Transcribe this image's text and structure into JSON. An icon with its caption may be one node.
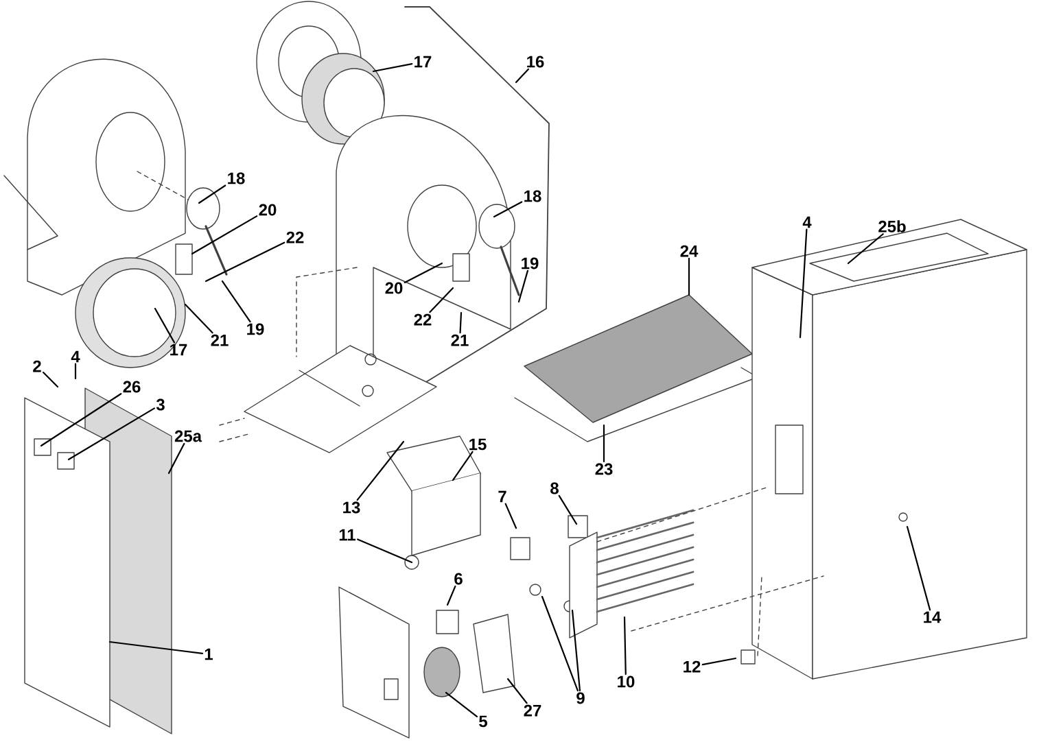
{
  "diagram": {
    "nodes": [
      {
        "text": [
          "17"
        ]
      },
      {
        "text": [
          "16"
        ]
      },
      {
        "text": [
          "18"
        ]
      },
      {
        "text": [
          "20"
        ]
      },
      {
        "text": [
          "22"
        ]
      },
      {
        "text": [
          "19"
        ]
      },
      {
        "text": [
          "21"
        ]
      },
      {
        "text": [
          "17"
        ]
      },
      {
        "text": [
          "18"
        ]
      },
      {
        "text": [
          "20"
        ]
      },
      {
        "text": [
          "22"
        ]
      },
      {
        "text": [
          "21"
        ]
      },
      {
        "text": [
          "19"
        ]
      },
      {
        "text": [
          "24"
        ]
      },
      {
        "text": [
          "4"
        ]
      },
      {
        "text": [
          "25b"
        ]
      },
      {
        "text": [
          "2"
        ]
      },
      {
        "text": [
          "4"
        ]
      },
      {
        "text": [
          "26"
        ]
      },
      {
        "text": [
          "3"
        ]
      },
      {
        "text": [
          "25a"
        ]
      },
      {
        "text": [
          "1"
        ]
      },
      {
        "text": [
          "23"
        ]
      },
      {
        "text": [
          "13"
        ]
      },
      {
        "text": [
          "15"
        ]
      },
      {
        "text": [
          "7"
        ]
      },
      {
        "text": [
          "8"
        ]
      },
      {
        "text": [
          "11"
        ]
      },
      {
        "text": [
          "6"
        ]
      },
      {
        "text": [
          "5"
        ]
      },
      {
        "text": [
          "27"
        ]
      },
      {
        "text": [
          "9"
        ]
      },
      {
        "text": [
          "10"
        ]
      },
      {
        "text": [
          "12"
        ]
      },
      {
        "text": [
          "14"
        ]
      }
    ],
    "edges": [
      {
        "from": 0,
        "to": null,
        "arrow": "none"
      },
      {
        "from": 1,
        "to": null,
        "arrow": "none"
      },
      {
        "from": 2,
        "to": null,
        "arrow": "none"
      },
      {
        "from": 3,
        "to": null,
        "arrow": "none"
      },
      {
        "from": 4,
        "to": null,
        "arrow": "none"
      },
      {
        "from": 5,
        "to": null,
        "arrow": "none"
      },
      {
        "from": 6,
        "to": null,
        "arrow": "none"
      },
      {
        "from": 7,
        "to": null,
        "arrow": "none"
      },
      {
        "from": 8,
        "to": null,
        "arrow": "none"
      },
      {
        "from": 9,
        "to": null,
        "arrow": "none"
      },
      {
        "from": 10,
        "to": null,
        "arrow": "none"
      },
      {
        "from": 11,
        "to": null,
        "arrow": "none"
      },
      {
        "from": 12,
        "to": null,
        "arrow": "none"
      },
      {
        "from": 13,
        "to": null,
        "arrow": "none"
      },
      {
        "from": 14,
        "to": null,
        "arrow": "none"
      },
      {
        "from": 15,
        "to": null,
        "arrow": "none"
      },
      {
        "from": 16,
        "to": null,
        "arrow": "none"
      },
      {
        "from": 17,
        "to": null,
        "arrow": "none"
      },
      {
        "from": 18,
        "to": null,
        "arrow": "none"
      },
      {
        "from": 19,
        "to": null,
        "arrow": "none"
      },
      {
        "from": 20,
        "to": null,
        "arrow": "none"
      },
      {
        "from": 21,
        "to": null,
        "arrow": "none"
      },
      {
        "from": 22,
        "to": null,
        "arrow": "none"
      },
      {
        "from": 23,
        "to": null,
        "arrow": "none"
      },
      {
        "from": 24,
        "to": null,
        "arrow": "none"
      },
      {
        "from": 25,
        "to": null,
        "arrow": "none"
      },
      {
        "from": 26,
        "to": null,
        "arrow": "none"
      },
      {
        "from": 27,
        "to": null,
        "arrow": "none"
      },
      {
        "from": 28,
        "to": null,
        "arrow": "none"
      },
      {
        "from": 29,
        "to": null,
        "arrow": "none"
      },
      {
        "from": 30,
        "to": null,
        "arrow": "none"
      },
      {
        "from": 31,
        "to": null,
        "arrow": "none"
      },
      {
        "from": 31,
        "to": null,
        "arrow": "none"
      },
      {
        "from": 32,
        "to": null,
        "arrow": "none"
      },
      {
        "from": 33,
        "to": null,
        "arrow": "none"
      },
      {
        "from": 34,
        "to": null,
        "arrow": "none"
      }
    ]
  }
}
